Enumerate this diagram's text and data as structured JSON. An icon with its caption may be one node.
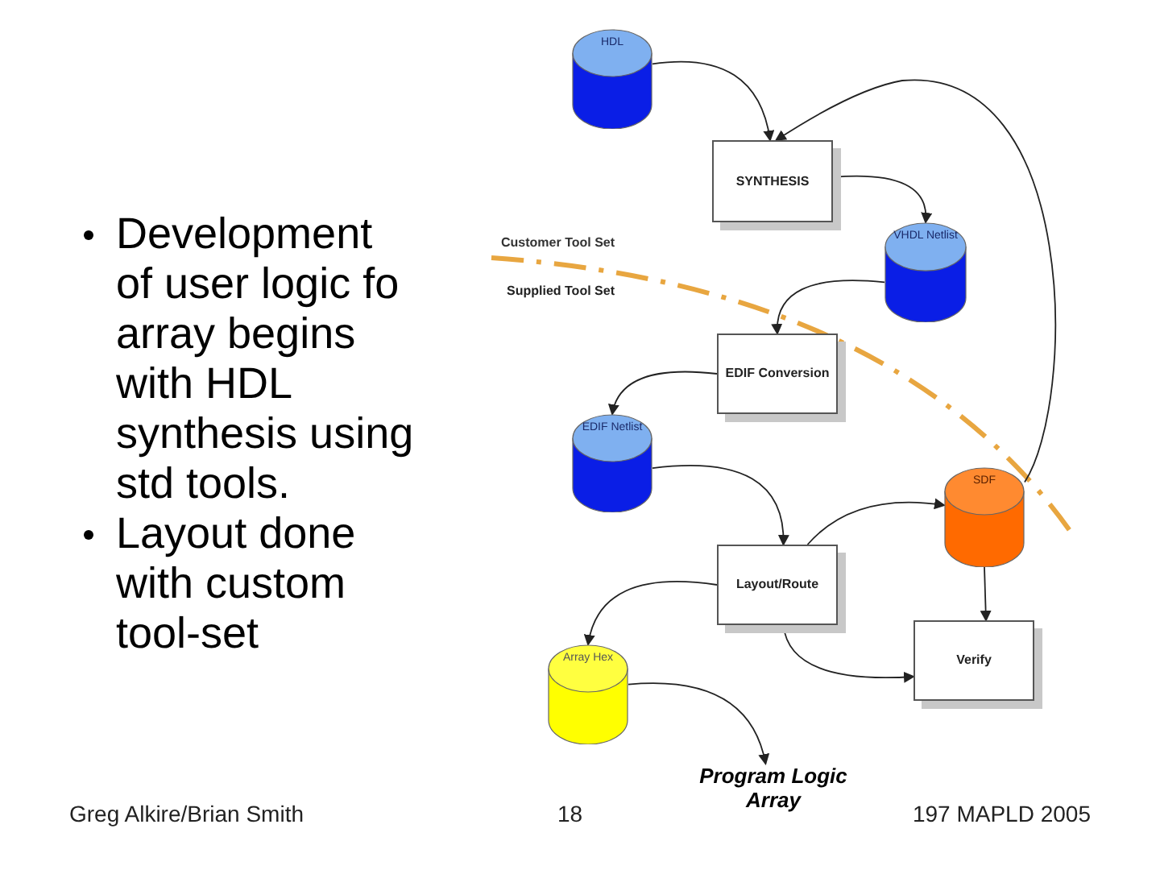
{
  "diagram": {
    "nodes": [
      {
        "text": [
          "HDL"
        ]
      },
      {
        "text": [
          "SYNTHESIS"
        ]
      },
      {
        "text": [
          "VHDL Netlist"
        ]
      },
      {
        "text": [
          "EDIF Conversion"
        ]
      },
      {
        "text": [
          "EDIF Netlist"
        ]
      },
      {
        "text": [
          "SDF"
        ]
      },
      {
        "text": [
          "Layout/Route"
        ]
      },
      {
        "text": [
          "Array Hex"
        ]
      },
      {
        "text": [
          "Verify"
        ]
      },
      {
        "text": [
          "Program Logic Array"
        ]
      }
    ],
    "edges": [
      {
        "from": 0,
        "to": 1,
        "arrow": "to"
      },
      {
        "from": 5,
        "to": 1,
        "arrow": "to"
      },
      {
        "from": 1,
        "to": 2,
        "arrow": "to"
      },
      {
        "from": 2,
        "to": 3,
        "arrow": "to"
      },
      {
        "from": 3,
        "to": 4,
        "arrow": "to"
      },
      {
        "from": 4,
        "to": 6,
        "arrow": "to"
      },
      {
        "from": 6,
        "to": 5,
        "arrow": "to"
      },
      {
        "from": 5,
        "to": 8,
        "arrow": "to"
      },
      {
        "from": 6,
        "to": 8,
        "arrow": "to"
      },
      {
        "from": 6,
        "to": 7,
        "arrow": "to"
      },
      {
        "from": 7,
        "to": 9,
        "arrow": "to"
      }
    ],
    "labels": [
      "Development of user logic fo array begins with HDL synthesis using std tools.",
      "Layout done with custom tool-set",
      "Customer Tool Set",
      "Supplied Tool Set",
      "Greg Alkire/Brian Smith",
      "18",
      "197 MAPLD 2005"
    ]
  }
}
